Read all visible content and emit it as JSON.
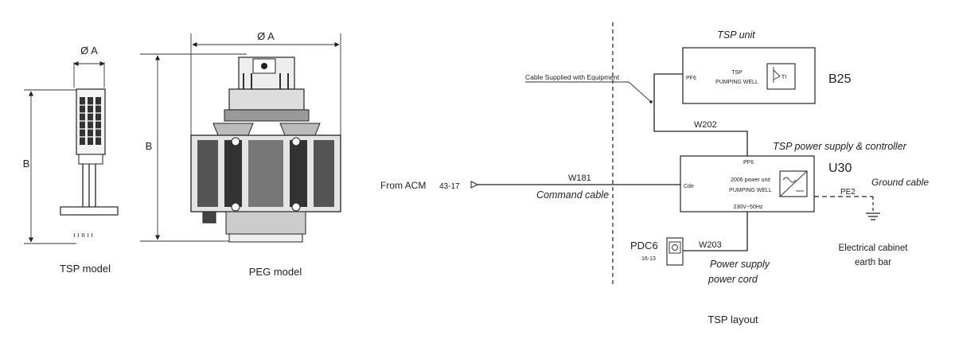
{
  "left_models": {
    "tsp": {
      "dim_a": "Ø A",
      "dim_b": "B",
      "caption": "TSP model"
    },
    "peg": {
      "dim_a": "Ø A",
      "dim_b": "B",
      "caption": "PEG model"
    }
  },
  "layout": {
    "caption": "TSP layout",
    "tsp_unit": {
      "title": "TSP unit",
      "port": "PF6",
      "line1": "TSP",
      "line2": "PUMPING WELL",
      "tag": "B25",
      "symbol_text": "TI"
    },
    "cable_supplied": "Cable Supplied with Equipment",
    "w202": "W202",
    "controller": {
      "title": "TSP power supply  & controller",
      "port_top": "PF6",
      "port_left": "Cde",
      "line1": "2006 power unit",
      "line2": "PUMPING WELL",
      "voltage": "230V~50Hz",
      "tag": "U30"
    },
    "from_acm": "From ACM",
    "acm_code": "43-17",
    "w181": "W181",
    "command_cable": "Command cable",
    "pe2": "PE2",
    "ground_cable": "Ground cable",
    "earth_bar_line1": "Electrical cabinet",
    "earth_bar_line2": "earth bar",
    "pdc6": "PDC6",
    "pdc_code": "16-13",
    "w203": "W203",
    "power_cord_line1": "Power  supply",
    "power_cord_line2": "power cord"
  }
}
